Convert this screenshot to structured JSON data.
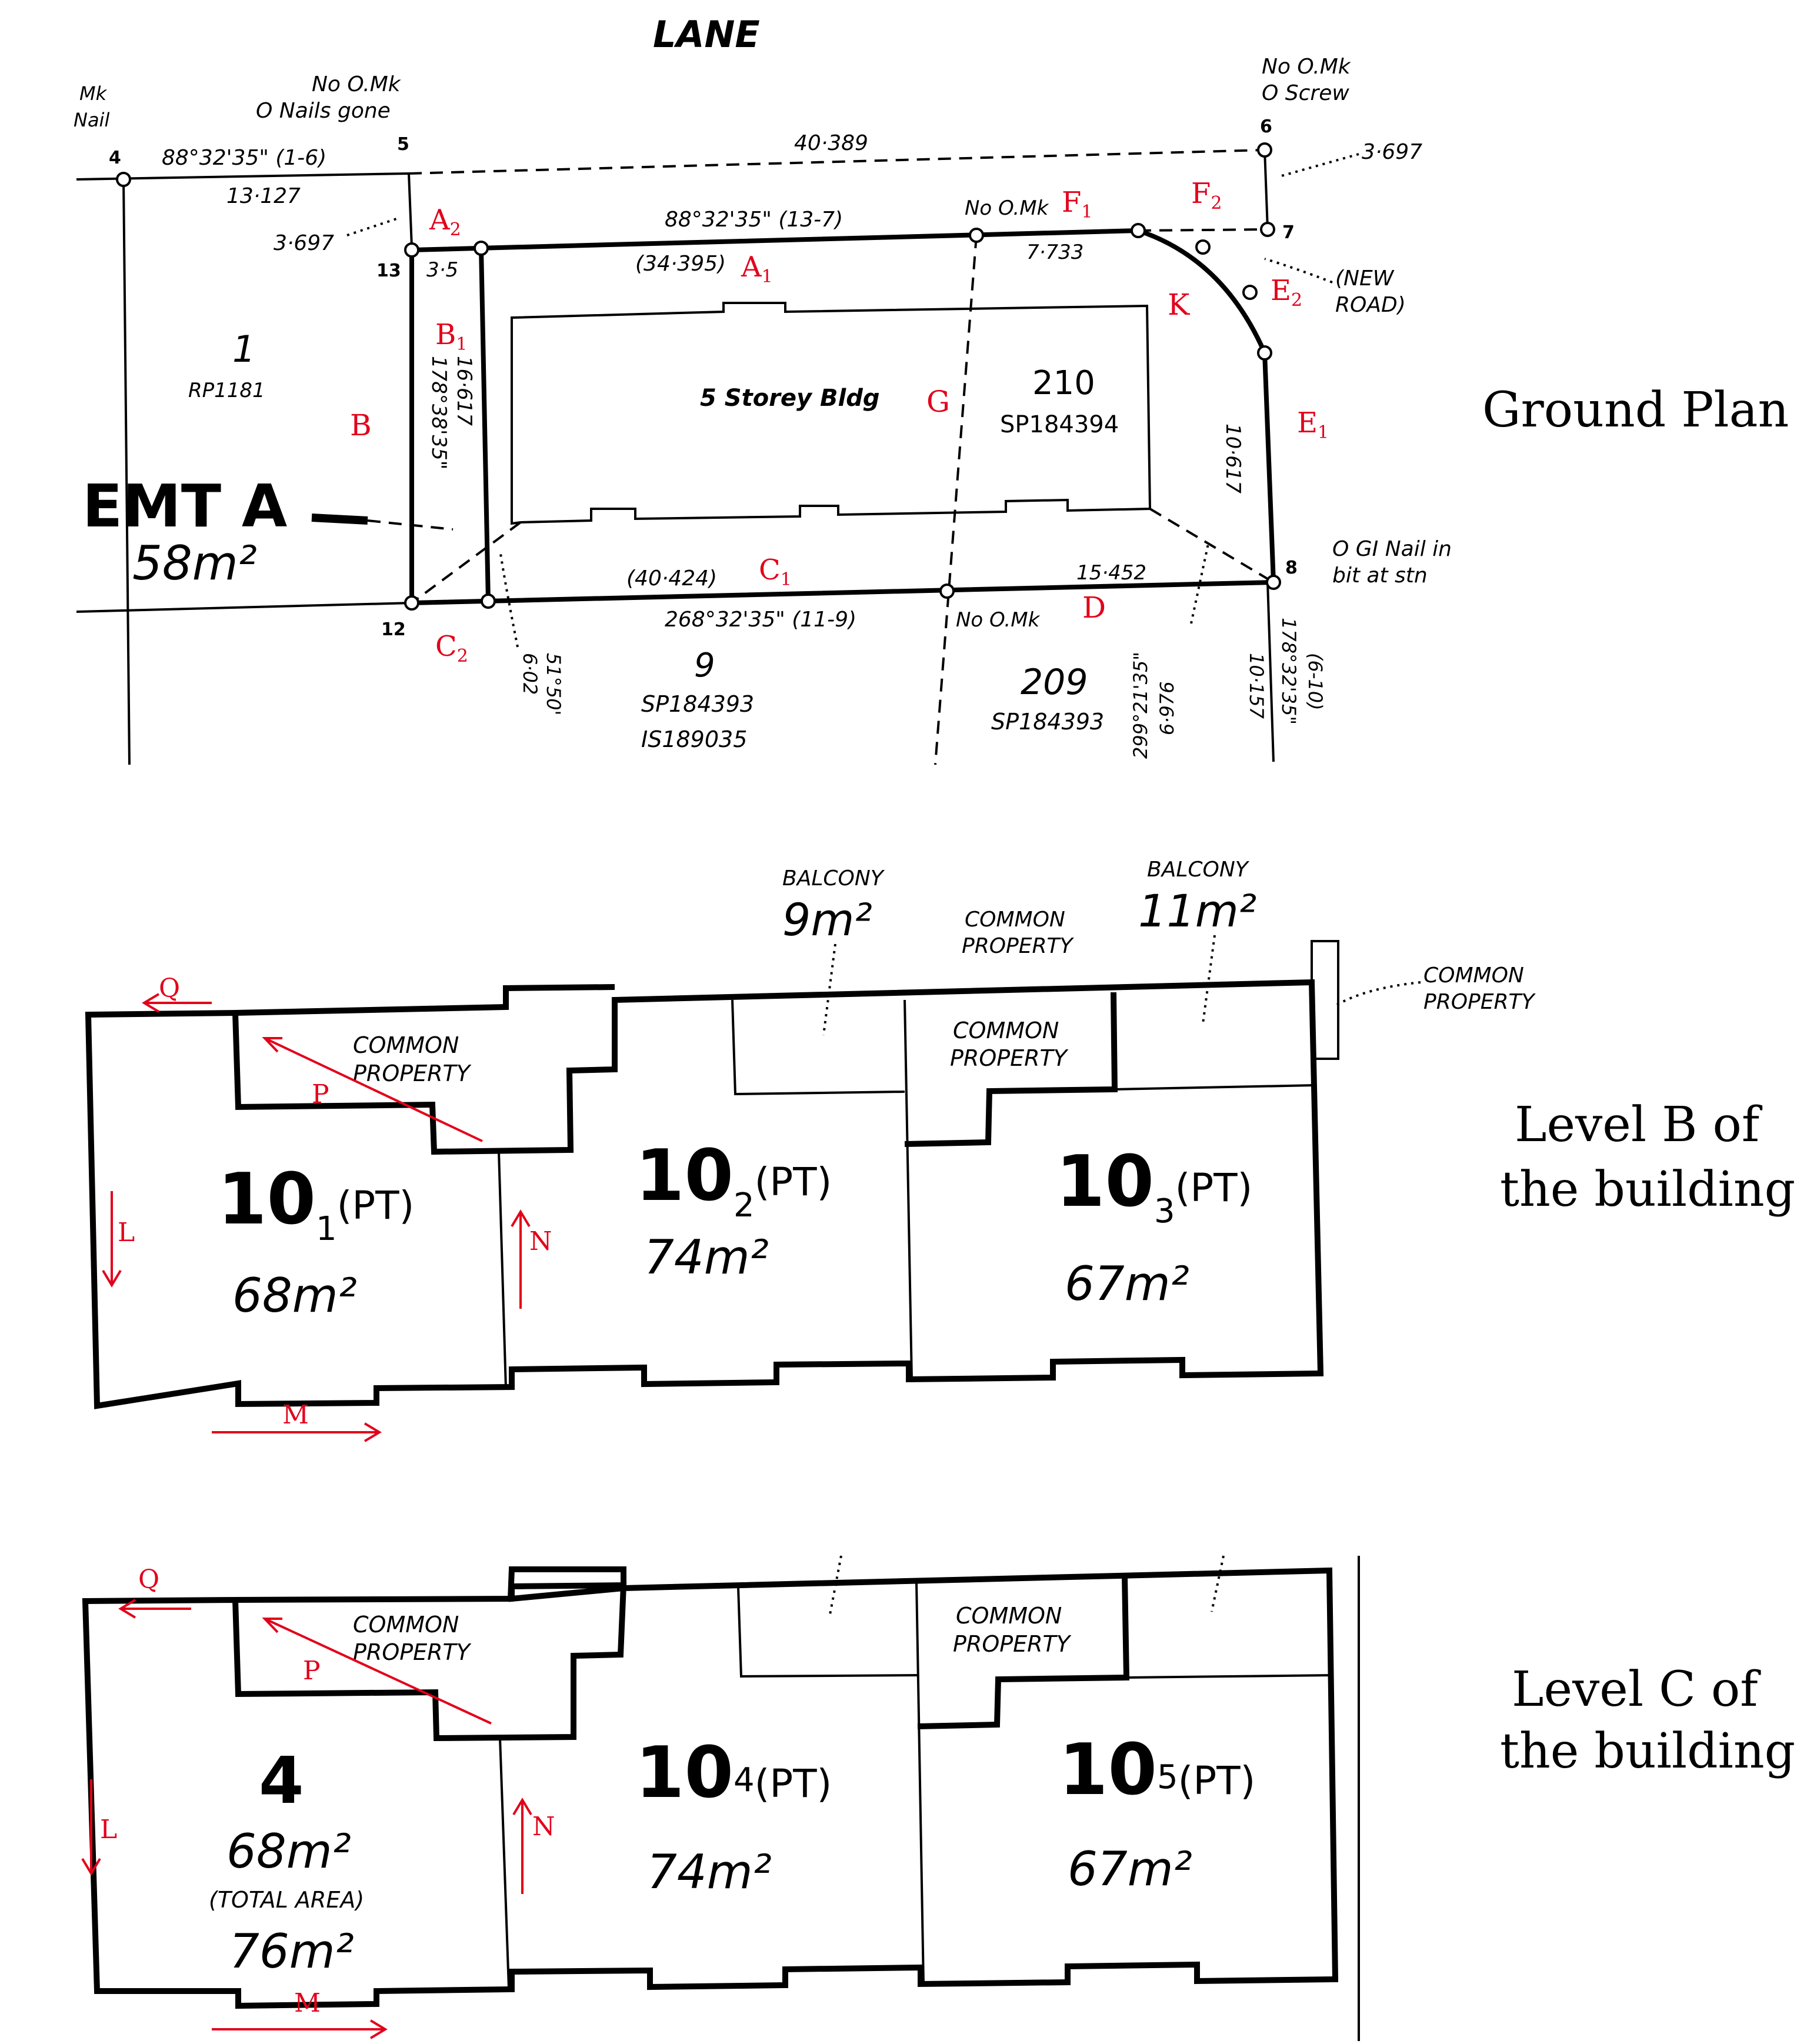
{
  "ground_plan": {
    "caption": "Ground Plan",
    "road_label": "LANE",
    "emt": {
      "label": "EMT A",
      "area": "58m²"
    },
    "building": {
      "label": "5 Storey Bldg",
      "lot": "210",
      "plan": "SP184394"
    },
    "station_notes": {
      "s4_top": "Mk",
      "s4_bottom": "Nail",
      "s5_top": "No O.Mk",
      "s5_bottom": "O Nails gone",
      "s6_top": "No O.Mk",
      "s6_bottom": "O Screw",
      "s8_top": "O GI Nail in",
      "s8_bottom": "bit at stn",
      "no_mk_top": "No O.Mk",
      "no_mk_bottom": "No O.Mk",
      "new_road_1": "(NEW",
      "new_road_2": "ROAD)"
    },
    "station_numbers": {
      "s4": "4",
      "s5": "5",
      "s6": "6",
      "s7": "7",
      "s8": "8",
      "s12": "12",
      "s13": "13"
    },
    "measurements": {
      "bearing_1_6": "88°32'35\" (1-6)",
      "dist_13127": "13·127",
      "dist_40389": "40·389",
      "dist_3697_right": "3·697",
      "dist_3697_left": "3·697",
      "dist_35": "3·5",
      "bearing_13_7": "88°32'35\" (13-7)",
      "dist_34395": "(34·395)",
      "dist_7733": "7·733",
      "dist_16617": "16·617",
      "bearing_178_38": "178°38'35\"",
      "dist_10617": "10·617",
      "dist_40424": "(40·424)",
      "bearing_268": "268°32'35\" (11-9)",
      "dist_15452": "15·452",
      "angle_5150": "51°50'",
      "dist_602": "6·02",
      "bearing_299": "299°21'35\"",
      "dist_6976": "6·976",
      "dist_10157": "10·157",
      "bearing_178_32": "178°32'35\"",
      "bearing_6_10": "(6-10)"
    },
    "neighbours": {
      "lot_left": "1",
      "plan_left": "RP1181",
      "lot_9": "9",
      "plan_9a": "SP184393",
      "plan_9b": "IS189035",
      "lot_209": "209",
      "plan_209": "SP184393"
    },
    "markers": {
      "A2": "A",
      "A2_sub": "2",
      "A1": "A",
      "A1_sub": "1",
      "B": "B",
      "B1": "B",
      "B1_sub": "1",
      "C1": "C",
      "C1_sub": "1",
      "C2": "C",
      "C2_sub": "2",
      "D": "D",
      "E1": "E",
      "E1_sub": "1",
      "E2": "E",
      "E2_sub": "2",
      "F1": "F",
      "F1_sub": "1",
      "F2": "F",
      "F2_sub": "2",
      "G": "G",
      "K": "K"
    }
  },
  "level_b": {
    "caption_1": "Level B of",
    "caption_2": "the building",
    "balcony_left": {
      "label": "BALCONY",
      "area": "9m²"
    },
    "balcony_right": {
      "label": "BALCONY",
      "area": "11m²"
    },
    "common_top_1": "COMMON",
    "common_top_2": "PROPERTY",
    "common_right_1": "COMMON",
    "common_right_2": "PROPERTY",
    "common_left_1": "COMMON",
    "common_left_2": "PROPERTY",
    "common_mid_1": "COMMON",
    "common_mid_2": "PROPERTY",
    "units": [
      {
        "num": "10",
        "sub": "1",
        "pt": "(PT)",
        "area": "68m²"
      },
      {
        "num": "10",
        "sub": "2",
        "pt": "(PT)",
        "area": "74m²"
      },
      {
        "num": "10",
        "sub": "3",
        "pt": "(PT)",
        "area": "67m²"
      }
    ],
    "arrows": {
      "Q": "Q",
      "P": "P",
      "L": "L",
      "N": "N",
      "M": "M"
    }
  },
  "level_c": {
    "caption_1": "Level C of",
    "caption_2": "the building",
    "common_left_1": "COMMON",
    "common_left_2": "PROPERTY",
    "common_mid_1": "COMMON",
    "common_mid_2": "PROPERTY",
    "lot4": {
      "num": "4",
      "area": "68m²",
      "total_label": "(TOTAL AREA)",
      "total_area": "76m²"
    },
    "units": [
      {
        "num": "10",
        "sub": "4",
        "pt": "(PT)",
        "area": "74m²"
      },
      {
        "num": "10",
        "sub": "5",
        "pt": "(PT)",
        "area": "67m²"
      }
    ],
    "arrows": {
      "Q": "Q",
      "P": "P",
      "L": "L",
      "N": "N",
      "M": "M"
    }
  }
}
